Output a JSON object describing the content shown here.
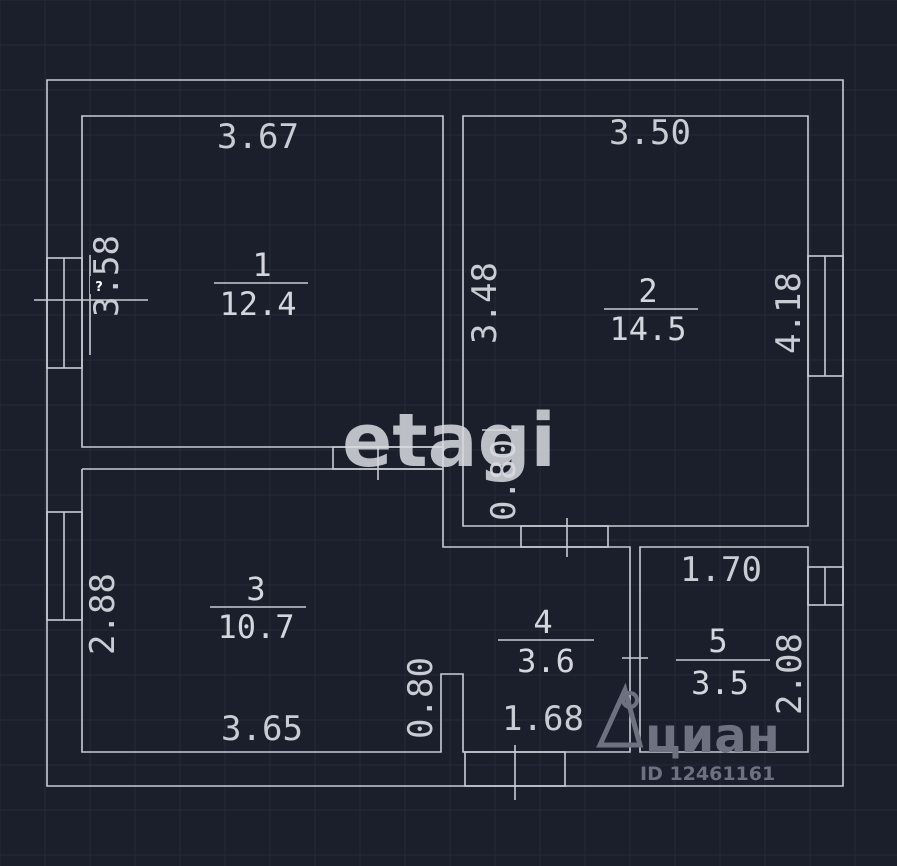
{
  "rooms": [
    {
      "id": "1",
      "area": "12.4"
    },
    {
      "id": "2",
      "area": "14.5"
    },
    {
      "id": "3",
      "area": "10.7"
    },
    {
      "id": "4",
      "area": "3.6"
    },
    {
      "id": "5",
      "area": "3.5"
    }
  ],
  "dimensions": {
    "r1_top": "3.67",
    "r1_left": "3.58",
    "r2_top": "3.50",
    "r2_left": "3.48",
    "r2_right": "4.18",
    "r2_door": "0.80",
    "r3_left": "2.88",
    "r3_bottom": "3.65",
    "r3_door": "0.80",
    "r4_bottom": "1.68",
    "r5_top": "1.70",
    "r5_right": "2.08"
  },
  "unknown_marker": "?",
  "watermark": {
    "brand": "etagi",
    "cian_brand": "циан",
    "listing_id": "ID 12461161"
  },
  "colors": {
    "background": "#1b1f2b",
    "lines": "#c9ccd3"
  }
}
